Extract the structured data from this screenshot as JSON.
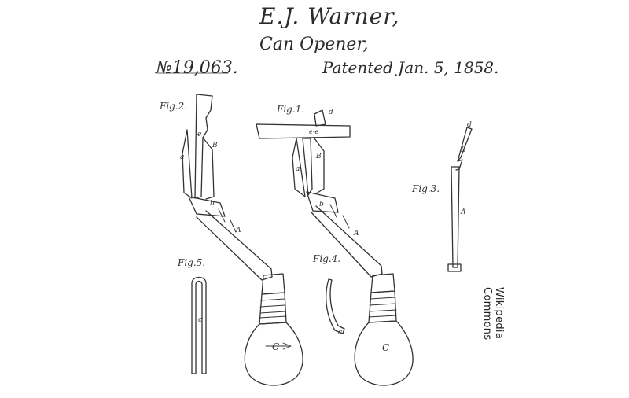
{
  "header": {
    "inventor": "E.J. Warner,",
    "subject": "Can Opener,",
    "number": "№19,063.",
    "date": "Patented Jan. 5, 1858."
  },
  "figures": {
    "fig1": "Fig.1.",
    "fig2": "Fig.2.",
    "fig3": "Fig.3.",
    "fig4": "Fig.4.",
    "fig5": "Fig.5."
  },
  "letters": {
    "a": "a",
    "b": "b",
    "B": "B",
    "A": "A",
    "C": "C",
    "c": "c",
    "d": "d",
    "e": "e",
    "ee": "e-e"
  },
  "watermark": "Wikipedia Commons"
}
